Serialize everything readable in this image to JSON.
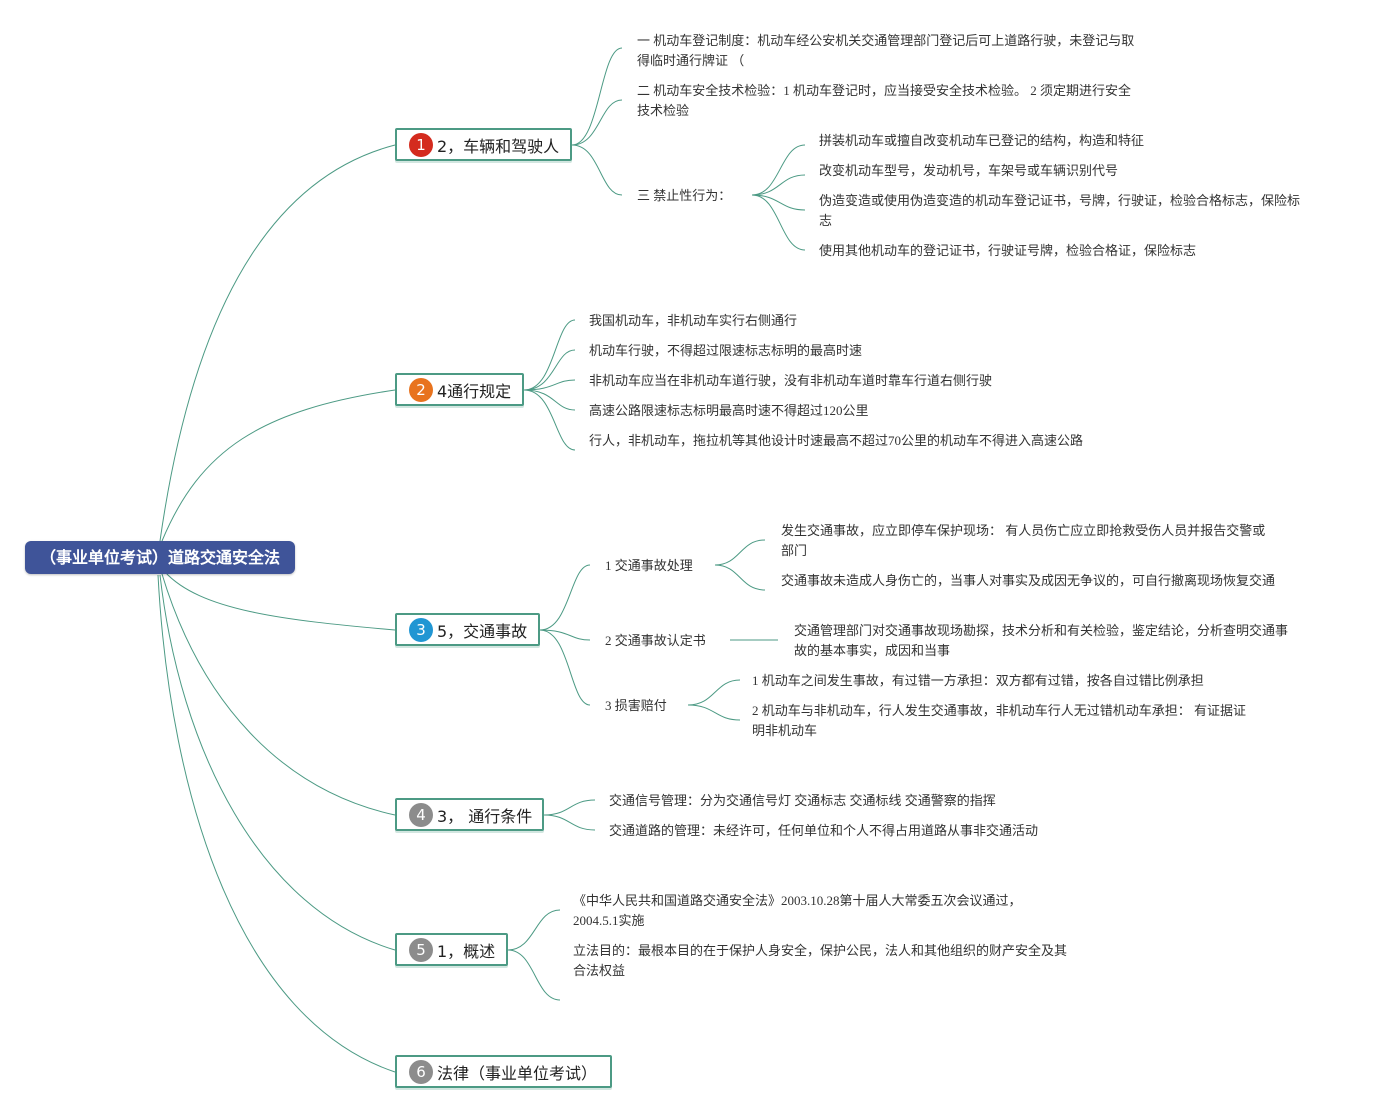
{
  "root": {
    "title": "（事业单位考试）道路交通安全法"
  },
  "branches": [
    {
      "badge": "1",
      "badge_color": "#d42b1e",
      "label": "2，车辆和驾驶人",
      "children": [
        {
          "text": "一 机动车登记制度：机动车经公安机关交通管理部门登记后可上道路行驶，未登记与取得临时通行牌证 （"
        },
        {
          "text": "二 机动车安全技术检验：1 机动车登记时，应当接受安全技术检验。 2 须定期进行安全技术检验"
        },
        {
          "text": "三 禁止性行为：",
          "children": [
            {
              "text": "拼装机动车或擅自改变机动车已登记的结构，构造和特征"
            },
            {
              "text": "改变机动车型号，发动机号，车架号或车辆识别代号"
            },
            {
              "text": "伪造变造或使用伪造变造的机动车登记证书，号牌，行驶证，检验合格标志，保险标志"
            },
            {
              "text": "使用其他机动车的登记证书，行驶证号牌，检验合格证，保险标志"
            }
          ]
        }
      ]
    },
    {
      "badge": "2",
      "badge_color": "#e8731e",
      "label": "4通行规定",
      "children": [
        {
          "text": "我国机动车，非机动车实行右侧通行"
        },
        {
          "text": "机动车行驶，不得超过限速标志标明的最高时速"
        },
        {
          "text": "非机动车应当在非机动车道行驶，没有非机动车道时靠车行道右侧行驶"
        },
        {
          "text": "高速公路限速标志标明最高时速不得超过120公里"
        },
        {
          "text": "行人，非机动车，拖拉机等其他设计时速最高不超过70公里的机动车不得进入高速公路"
        }
      ]
    },
    {
      "badge": "3",
      "badge_color": "#2196d3",
      "label": "5，交通事故",
      "children": [
        {
          "text": "1 交通事故处理",
          "children": [
            {
              "text": "发生交通事故，应立即停车保护现场： 有人员伤亡应立即抢救受伤人员并报告交警或部门"
            },
            {
              "text": "交通事故未造成人身伤亡的，当事人对事实及成因无争议的，可自行撤离现场恢复交通"
            }
          ]
        },
        {
          "text": "2 交通事故认定书",
          "children": [
            {
              "text": "交通管理部门对交通事故现场勘探，技术分析和有关检验，鉴定结论，分析查明交通事故的基本事实，成因和当事"
            }
          ]
        },
        {
          "text": "3 损害赔付",
          "children": [
            {
              "text": "1 机动车之间发生事故，有过错一方承担：双方都有过错，按各自过错比例承担"
            },
            {
              "text": "2 机动车与非机动车，行人发生交通事故，非机动车行人无过错机动车承担： 有证据证明非机动车"
            }
          ]
        }
      ]
    },
    {
      "badge": "4",
      "badge_color": "#8c8c8c",
      "label": "3， 通行条件",
      "children": [
        {
          "text": "交通信号管理：分为交通信号灯 交通标志 交通标线 交通警察的指挥"
        },
        {
          "text": "交通道路的管理：未经许可，任何单位和个人不得占用道路从事非交通活动"
        }
      ]
    },
    {
      "badge": "5",
      "badge_color": "#8c8c8c",
      "label": "1，概述",
      "children": [
        {
          "text": "《中华人民共和国道路交通安全法》2003.10.28第十届人大常委五次会议通过，2004.5.1实施"
        },
        {
          "text": "立法目的：最根本目的在于保护人身安全，保护公民，法人和其他组织的财产安全及其合法权益"
        }
      ]
    },
    {
      "badge": "6",
      "badge_color": "#8c8c8c",
      "label": "法律（事业单位考试）",
      "children": []
    }
  ],
  "colors": {
    "root_bg": "#3f5499",
    "line": "#4c9a84",
    "branch_border": "#4c9a84"
  }
}
